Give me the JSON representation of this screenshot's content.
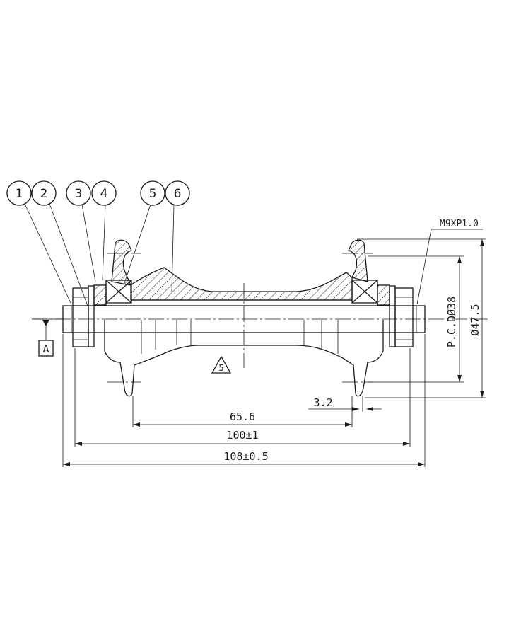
{
  "balloons": [
    "1",
    "2",
    "3",
    "4",
    "5",
    "6"
  ],
  "thread_spec": "M9XP1.0",
  "datum_label": "A",
  "note_triangle": "5",
  "dimensions": {
    "flange_spacing": "65.6",
    "locknut_width": "100±1",
    "axle_length": "108±0.5",
    "flange_offset": "3.2",
    "pcd": "P.C.DØ38",
    "flange_diameter": "Ø47.5"
  }
}
